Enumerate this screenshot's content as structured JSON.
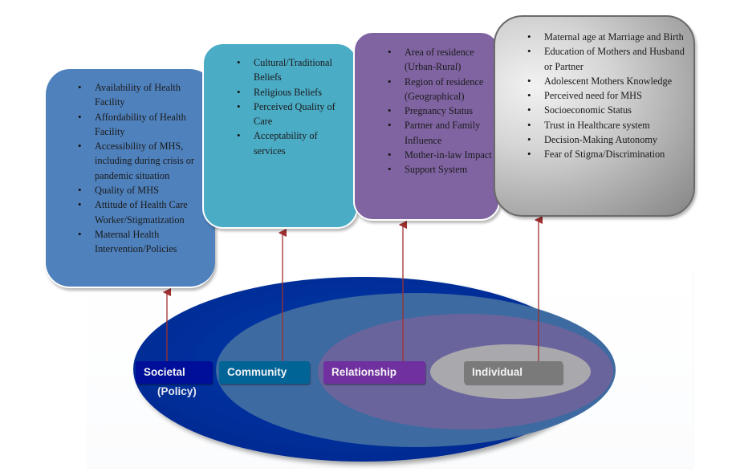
{
  "diagram_title": "Socio-ecological model of factors influencing maternal health services (MHS) utilization",
  "colors": {
    "societal_box": "#4f81bd",
    "community_box": "#4bacc6",
    "relationship_box": "#8064a2",
    "individual_box": "#b0b0b0",
    "outer_ellipse": "#0033a0",
    "community_ellipse": "#3d6aa0",
    "relationship_ellipse": "#6a649c",
    "individual_ellipse": "#a9a9ad",
    "arrow": "#a03030"
  },
  "levels": [
    {
      "key": "societal",
      "label": "Societal",
      "sublabel": "(Policy)",
      "factors": [
        "Availability of Health Facility",
        "Affordability of Health Facility",
        "Accessibility of MHS, including during crisis or pandemic situation",
        "Quality of MHS",
        "Attitude of Health Care Worker/Stigmatization",
        "Maternal Health Intervention/Policies"
      ]
    },
    {
      "key": "community",
      "label": "Community",
      "factors": [
        "Cultural/Traditional Beliefs",
        "Religious Beliefs",
        "Perceived Quality of Care",
        "Acceptability of services"
      ]
    },
    {
      "key": "relationship",
      "label": "Relationship",
      "factors": [
        "Area of residence (Urban-Rural)",
        "Region of residence (Geographical)",
        "Pregnancy Status",
        "Partner and Family Influence",
        "Mother-in-law Impact",
        "Support System"
      ]
    },
    {
      "key": "individual",
      "label": "Individual",
      "factors": [
        "Maternal age at Marriage and Birth",
        "Education of Mothers and Husband or Partner",
        "Adolescent Mothers Knowledge",
        "Perceived need for  MHS",
        "Socioeconomic Status",
        "Trust in Healthcare system",
        "Decision-Making Autonomy",
        "Fear of Stigma/Discrimination"
      ]
    }
  ]
}
